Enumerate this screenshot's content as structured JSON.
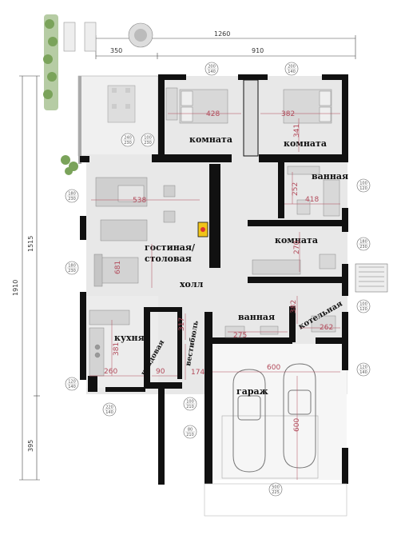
{
  "rooms": {
    "komnata1": "комната",
    "komnata2": "комната",
    "vannaya1": "ванная",
    "komnata3": "комната",
    "gostinaya_line1": "гостиная/",
    "gostinaya_line2": "столовая",
    "holl": "холл",
    "kukhnya": "кухня",
    "kladovaya": "кладовая",
    "vestibyul": "вестибюль",
    "vannaya2": "ванная",
    "kotelnaya": "котельная",
    "garazh": "гараж"
  },
  "room_dims": {
    "d428": "428",
    "d382a": "382",
    "d341": "341",
    "d252": "252",
    "d418": "418",
    "d538": "538",
    "d681": "681",
    "d270": "270",
    "d381": "381",
    "d260": "260",
    "d90": "90",
    "d317": "317",
    "d174": "174",
    "d275": "275",
    "d382b": "382",
    "d262": "262",
    "d600h": "600",
    "d600v": "600"
  },
  "overall_dims": {
    "top_1260": "1260",
    "top_350": "350",
    "top_910": "910",
    "left_1910": "1910",
    "left_1515": "1515",
    "left_395": "395"
  },
  "window_tags": [
    {
      "id": "w1",
      "a": "200",
      "b": "140"
    },
    {
      "id": "w2",
      "a": "200",
      "b": "140"
    },
    {
      "id": "w3",
      "a": "240",
      "b": "230"
    },
    {
      "id": "w4",
      "a": "100",
      "b": "230"
    },
    {
      "id": "w5",
      "a": "180",
      "b": "230"
    },
    {
      "id": "w6",
      "a": "100",
      "b": "120"
    },
    {
      "id": "w7",
      "a": "180",
      "b": "230"
    },
    {
      "id": "w8",
      "a": "100",
      "b": "120"
    },
    {
      "id": "w9",
      "a": "180",
      "b": "230"
    },
    {
      "id": "w10",
      "a": "120",
      "b": "140"
    },
    {
      "id": "w11",
      "a": "100",
      "b": "210"
    },
    {
      "id": "w12",
      "a": "120",
      "b": "140"
    },
    {
      "id": "w13",
      "a": "220",
      "b": "140"
    },
    {
      "id": "w14",
      "a": "80",
      "b": "210"
    },
    {
      "id": "w15",
      "a": "500",
      "b": "225"
    }
  ],
  "colors": {
    "wall": "#111111",
    "floor": "#e8e8e8",
    "garage_floor": "#f6f6f6",
    "dim_red": "#b24a5a",
    "furniture": "#cfcfcf",
    "fireplace": "#f0c419",
    "greenery": "#7aa35a"
  }
}
